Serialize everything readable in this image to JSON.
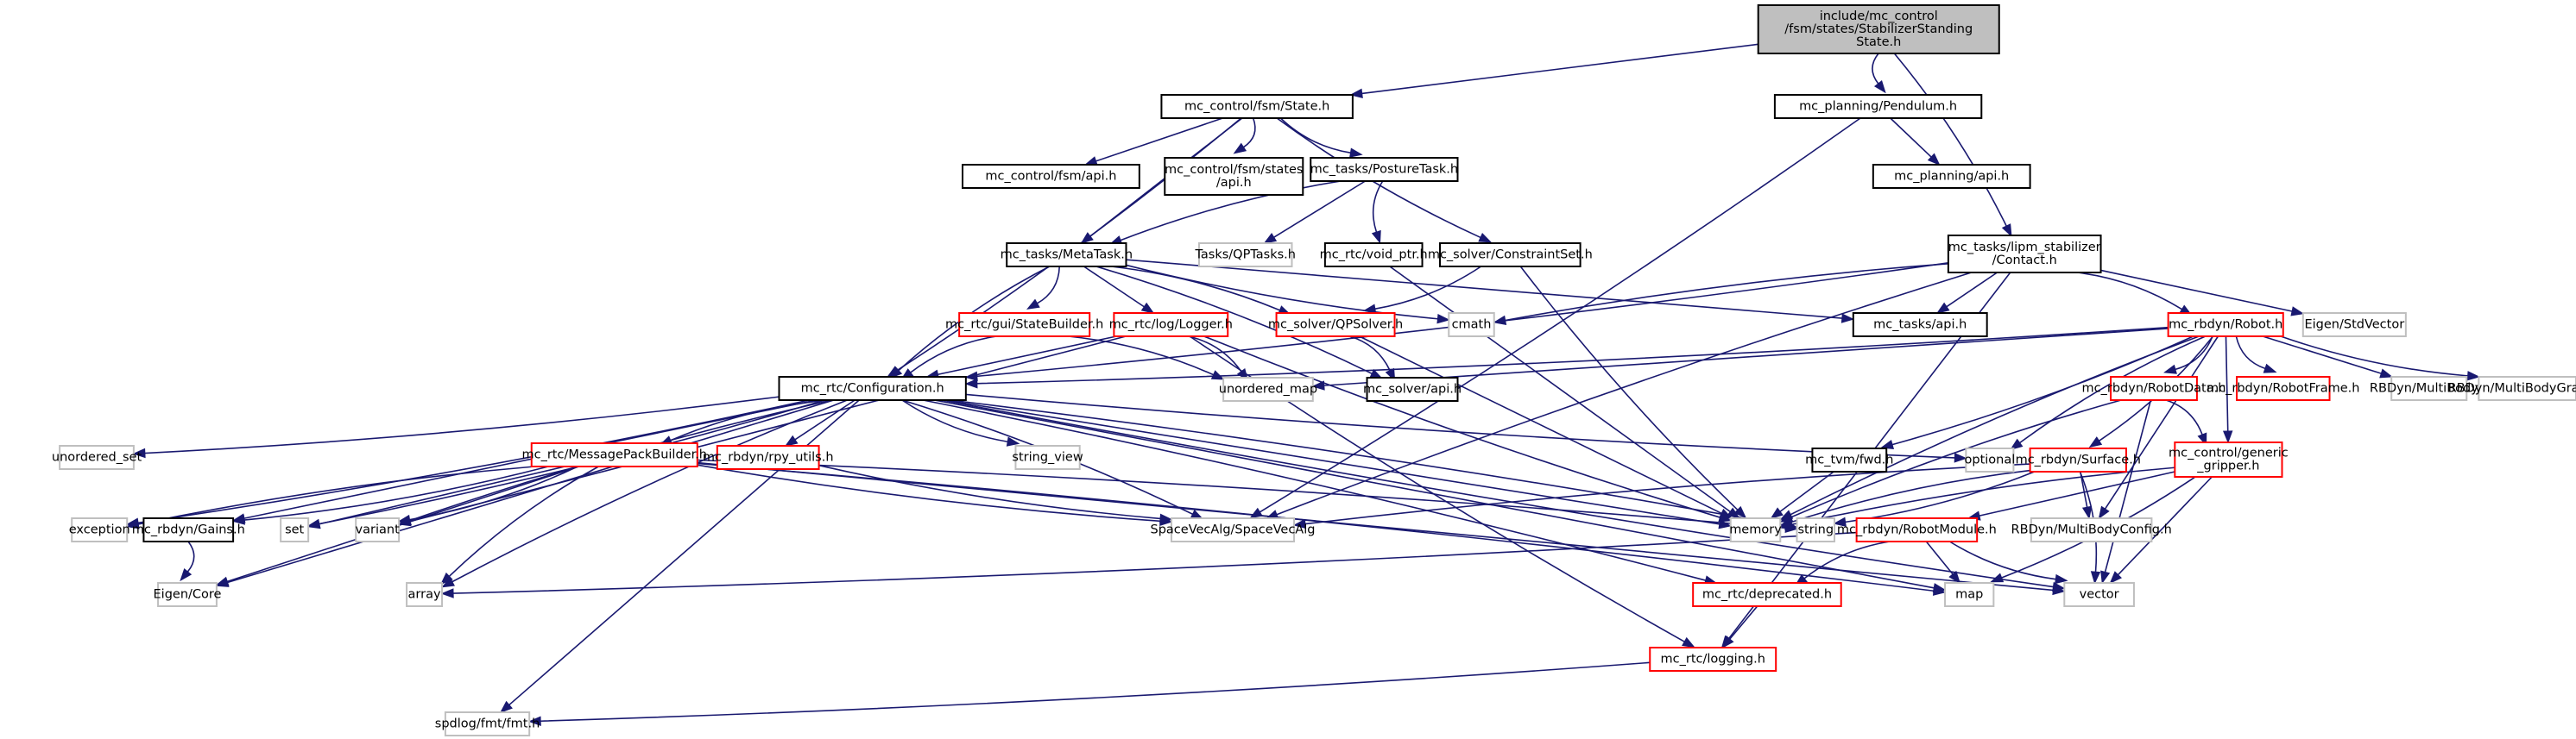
{
  "title": "Include dependency graph for StabilizerStandingState.h",
  "legend": {
    "root_color": "#bfbfbf",
    "documented_border": "#000000",
    "incomplete_border": "#ff0000",
    "external_border": "#bfbfbf",
    "edge_color": "#191970"
  },
  "nodes": [
    {
      "id": "root",
      "kind": "root",
      "lines": [
        "include/mc_control",
        "/fsm/states/StabilizerStanding",
        "State.h"
      ]
    },
    {
      "id": "state",
      "kind": "doc",
      "lines": [
        "mc_control/fsm/State.h"
      ]
    },
    {
      "id": "pendulum",
      "kind": "doc",
      "lines": [
        "mc_planning/Pendulum.h"
      ]
    },
    {
      "id": "planning_api",
      "kind": "doc",
      "lines": [
        "mc_planning/api.h"
      ]
    },
    {
      "id": "fsm_api",
      "kind": "doc",
      "lines": [
        "mc_control/fsm/api.h"
      ]
    },
    {
      "id": "states_api",
      "kind": "doc",
      "lines": [
        "mc_control/fsm/states",
        "/api.h"
      ]
    },
    {
      "id": "posture",
      "kind": "doc",
      "lines": [
        "mc_tasks/PostureTask.h"
      ]
    },
    {
      "id": "metatask",
      "kind": "doc",
      "lines": [
        "mc_tasks/MetaTask.h"
      ]
    },
    {
      "id": "qptasks",
      "kind": "ext",
      "lines": [
        "Tasks/QPTasks.h"
      ]
    },
    {
      "id": "voidptr",
      "kind": "doc",
      "lines": [
        "mc_rtc/void_ptr.h"
      ]
    },
    {
      "id": "constraintset",
      "kind": "doc",
      "lines": [
        "mc_solver/ConstraintSet.h"
      ]
    },
    {
      "id": "contact",
      "kind": "doc",
      "lines": [
        "mc_tasks/lipm_stabilizer",
        "/Contact.h"
      ]
    },
    {
      "id": "statebuilder",
      "kind": "red",
      "lines": [
        "mc_rtc/gui/StateBuilder.h"
      ]
    },
    {
      "id": "logger",
      "kind": "red",
      "lines": [
        "mc_rtc/log/Logger.h"
      ]
    },
    {
      "id": "qpsolver",
      "kind": "red",
      "lines": [
        "mc_solver/QPSolver.h"
      ]
    },
    {
      "id": "cmath",
      "kind": "ext",
      "lines": [
        "cmath"
      ]
    },
    {
      "id": "tasks_api",
      "kind": "doc",
      "lines": [
        "mc_tasks/api.h"
      ]
    },
    {
      "id": "robot",
      "kind": "red",
      "lines": [
        "mc_rbdyn/Robot.h"
      ]
    },
    {
      "id": "stdvector",
      "kind": "ext",
      "lines": [
        "Eigen/StdVector"
      ]
    },
    {
      "id": "configuration",
      "kind": "doc",
      "lines": [
        "mc_rtc/Configuration.h"
      ]
    },
    {
      "id": "unordered_map",
      "kind": "ext",
      "lines": [
        "unordered_map"
      ]
    },
    {
      "id": "solver_api",
      "kind": "doc",
      "lines": [
        "mc_solver/api.h"
      ]
    },
    {
      "id": "robotdata",
      "kind": "red",
      "lines": [
        "mc_rbdyn/RobotData.h"
      ]
    },
    {
      "id": "robotframe",
      "kind": "red",
      "lines": [
        "mc_rbdyn/RobotFrame.h"
      ]
    },
    {
      "id": "multibody",
      "kind": "ext",
      "lines": [
        "RBDyn/MultiBody.h"
      ]
    },
    {
      "id": "multibodygraph",
      "kind": "ext",
      "lines": [
        "RBDyn/MultiBodyGraph.h"
      ]
    },
    {
      "id": "unordered_set",
      "kind": "ext",
      "lines": [
        "unordered_set"
      ]
    },
    {
      "id": "msgpack",
      "kind": "red",
      "lines": [
        "mc_rtc/MessagePackBuilder.h"
      ]
    },
    {
      "id": "rpy",
      "kind": "red",
      "lines": [
        "mc_rbdyn/rpy_utils.h"
      ]
    },
    {
      "id": "string_view",
      "kind": "ext",
      "lines": [
        "string_view"
      ]
    },
    {
      "id": "tvm_fwd",
      "kind": "doc",
      "lines": [
        "mc_tvm/fwd.h"
      ]
    },
    {
      "id": "optional",
      "kind": "ext",
      "lines": [
        "optional"
      ]
    },
    {
      "id": "surface",
      "kind": "red",
      "lines": [
        "mc_rbdyn/Surface.h"
      ]
    },
    {
      "id": "gripper",
      "kind": "red",
      "lines": [
        "mc_control/generic",
        "_gripper.h"
      ]
    },
    {
      "id": "exception",
      "kind": "ext",
      "lines": [
        "exception"
      ]
    },
    {
      "id": "gains",
      "kind": "doc",
      "lines": [
        "mc_rbdyn/Gains.h"
      ]
    },
    {
      "id": "set",
      "kind": "ext",
      "lines": [
        "set"
      ]
    },
    {
      "id": "variant",
      "kind": "ext",
      "lines": [
        "variant"
      ]
    },
    {
      "id": "spacevecalg",
      "kind": "ext",
      "lines": [
        "SpaceVecAlg/SpaceVecAlg"
      ]
    },
    {
      "id": "memory",
      "kind": "ext",
      "lines": [
        "memory"
      ]
    },
    {
      "id": "string",
      "kind": "ext",
      "lines": [
        "string"
      ]
    },
    {
      "id": "robotmodule",
      "kind": "red",
      "lines": [
        "mc_rbdyn/RobotModule.h"
      ]
    },
    {
      "id": "mbconfig",
      "kind": "ext",
      "lines": [
        "RBDyn/MultiBodyConfig.h"
      ]
    },
    {
      "id": "eigencore",
      "kind": "ext",
      "lines": [
        "Eigen/Core"
      ]
    },
    {
      "id": "array",
      "kind": "ext",
      "lines": [
        "array"
      ]
    },
    {
      "id": "deprecated",
      "kind": "red",
      "lines": [
        "mc_rtc/deprecated.h"
      ]
    },
    {
      "id": "map",
      "kind": "ext",
      "lines": [
        "map"
      ]
    },
    {
      "id": "vector",
      "kind": "ext",
      "lines": [
        "vector"
      ]
    },
    {
      "id": "logging",
      "kind": "red",
      "lines": [
        "mc_rtc/logging.h"
      ]
    },
    {
      "id": "fmt",
      "kind": "ext",
      "lines": [
        "spdlog/fmt/fmt.h"
      ]
    }
  ],
  "edges": [
    [
      "root",
      "state"
    ],
    [
      "root",
      "pendulum"
    ],
    [
      "root",
      "contact"
    ],
    [
      "state",
      "fsm_api"
    ],
    [
      "state",
      "states_api"
    ],
    [
      "state",
      "posture"
    ],
    [
      "state",
      "metatask"
    ],
    [
      "state",
      "constraintset"
    ],
    [
      "state",
      "configuration"
    ],
    [
      "pendulum",
      "planning_api"
    ],
    [
      "pendulum",
      "spacevecalg"
    ],
    [
      "posture",
      "metatask"
    ],
    [
      "posture",
      "qptasks"
    ],
    [
      "posture",
      "voidptr"
    ],
    [
      "metatask",
      "statebuilder"
    ],
    [
      "metatask",
      "logger"
    ],
    [
      "metatask",
      "qpsolver"
    ],
    [
      "metatask",
      "cmath"
    ],
    [
      "metatask",
      "tasks_api"
    ],
    [
      "metatask",
      "configuration"
    ],
    [
      "metatask",
      "solver_api"
    ],
    [
      "voidptr",
      "memory"
    ],
    [
      "constraintset",
      "qpsolver"
    ],
    [
      "constraintset",
      "memory"
    ],
    [
      "contact",
      "tasks_api"
    ],
    [
      "contact",
      "cmath"
    ],
    [
      "contact",
      "robot"
    ],
    [
      "contact",
      "stdvector"
    ],
    [
      "contact",
      "configuration"
    ],
    [
      "contact",
      "spacevecalg"
    ],
    [
      "contact",
      "logging"
    ],
    [
      "statebuilder",
      "configuration"
    ],
    [
      "statebuilder",
      "unordered_map"
    ],
    [
      "logger",
      "configuration"
    ],
    [
      "logger",
      "unordered_map"
    ],
    [
      "logger",
      "memory"
    ],
    [
      "logger",
      "variant"
    ],
    [
      "logger",
      "logging"
    ],
    [
      "qpsolver",
      "solver_api"
    ],
    [
      "qpsolver",
      "memory"
    ],
    [
      "robot",
      "robotdata"
    ],
    [
      "robot",
      "robotframe"
    ],
    [
      "robot",
      "multibody"
    ],
    [
      "robot",
      "multibodygraph"
    ],
    [
      "robot",
      "surface"
    ],
    [
      "robot",
      "gripper"
    ],
    [
      "robot",
      "tvm_fwd"
    ],
    [
      "robot",
      "optional"
    ],
    [
      "robot",
      "unordered_map"
    ],
    [
      "robot",
      "memory"
    ],
    [
      "robot",
      "configuration"
    ],
    [
      "robot",
      "mbconfig"
    ],
    [
      "configuration",
      "unordered_set"
    ],
    [
      "configuration",
      "msgpack"
    ],
    [
      "configuration",
      "rpy"
    ],
    [
      "configuration",
      "string_view"
    ],
    [
      "configuration",
      "exception"
    ],
    [
      "configuration",
      "gains"
    ],
    [
      "configuration",
      "set"
    ],
    [
      "configuration",
      "variant"
    ],
    [
      "configuration",
      "eigencore"
    ],
    [
      "configuration",
      "array"
    ],
    [
      "configuration",
      "spacevecalg"
    ],
    [
      "configuration",
      "memory"
    ],
    [
      "configuration",
      "string"
    ],
    [
      "configuration",
      "optional"
    ],
    [
      "configuration",
      "map"
    ],
    [
      "configuration",
      "vector"
    ],
    [
      "configuration",
      "deprecated"
    ],
    [
      "configuration",
      "fmt"
    ],
    [
      "robotdata",
      "gripper"
    ],
    [
      "robotdata",
      "memory"
    ],
    [
      "robotdata",
      "vector"
    ],
    [
      "msgpack",
      "exception"
    ],
    [
      "msgpack",
      "gains"
    ],
    [
      "msgpack",
      "set"
    ],
    [
      "msgpack",
      "variant"
    ],
    [
      "msgpack",
      "array"
    ],
    [
      "msgpack",
      "eigencore"
    ],
    [
      "msgpack",
      "spacevecalg"
    ],
    [
      "msgpack",
      "map"
    ],
    [
      "msgpack",
      "vector"
    ],
    [
      "msgpack",
      "string"
    ],
    [
      "rpy",
      "spacevecalg"
    ],
    [
      "tvm_fwd",
      "memory"
    ],
    [
      "surface",
      "memory"
    ],
    [
      "surface",
      "string"
    ],
    [
      "surface",
      "mbconfig"
    ],
    [
      "surface",
      "vector"
    ],
    [
      "surface",
      "spacevecalg"
    ],
    [
      "gripper",
      "robotmodule"
    ],
    [
      "gripper",
      "memory"
    ],
    [
      "gripper",
      "map"
    ],
    [
      "gripper",
      "vector"
    ],
    [
      "gains",
      "eigencore"
    ],
    [
      "robotmodule",
      "deprecated"
    ],
    [
      "robotmodule",
      "map"
    ],
    [
      "robotmodule",
      "vector"
    ],
    [
      "robotmodule",
      "array"
    ],
    [
      "deprecated",
      "logging"
    ],
    [
      "logging",
      "fmt"
    ]
  ]
}
